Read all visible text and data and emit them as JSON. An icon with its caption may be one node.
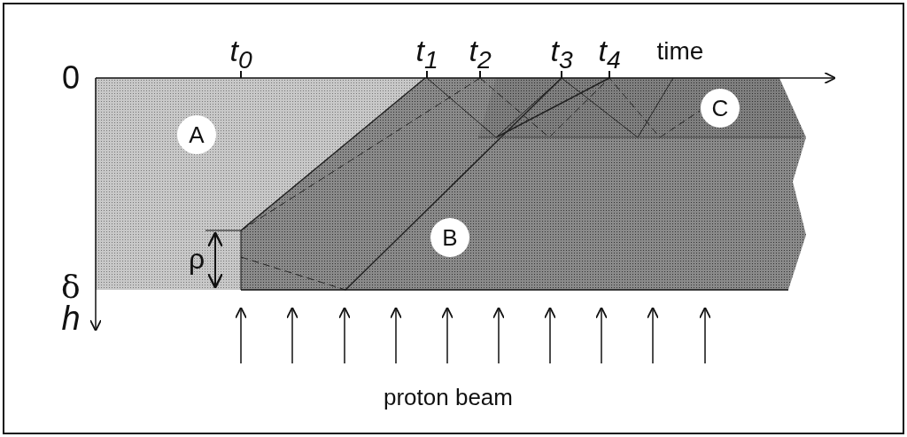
{
  "diagram": {
    "nodes": [
      {
        "text": [
          "A"
        ]
      },
      {
        "text": [
          "B"
        ]
      },
      {
        "text": [
          "C"
        ]
      }
    ],
    "labels": [
      "t$_{0}$",
      "t$_{1}$",
      "t$_{2}$",
      "t$_{3}$",
      "t$_{4}$",
      "time",
      "0",
      "δ",
      "h",
      "ρ",
      "proton beam"
    ]
  }
}
